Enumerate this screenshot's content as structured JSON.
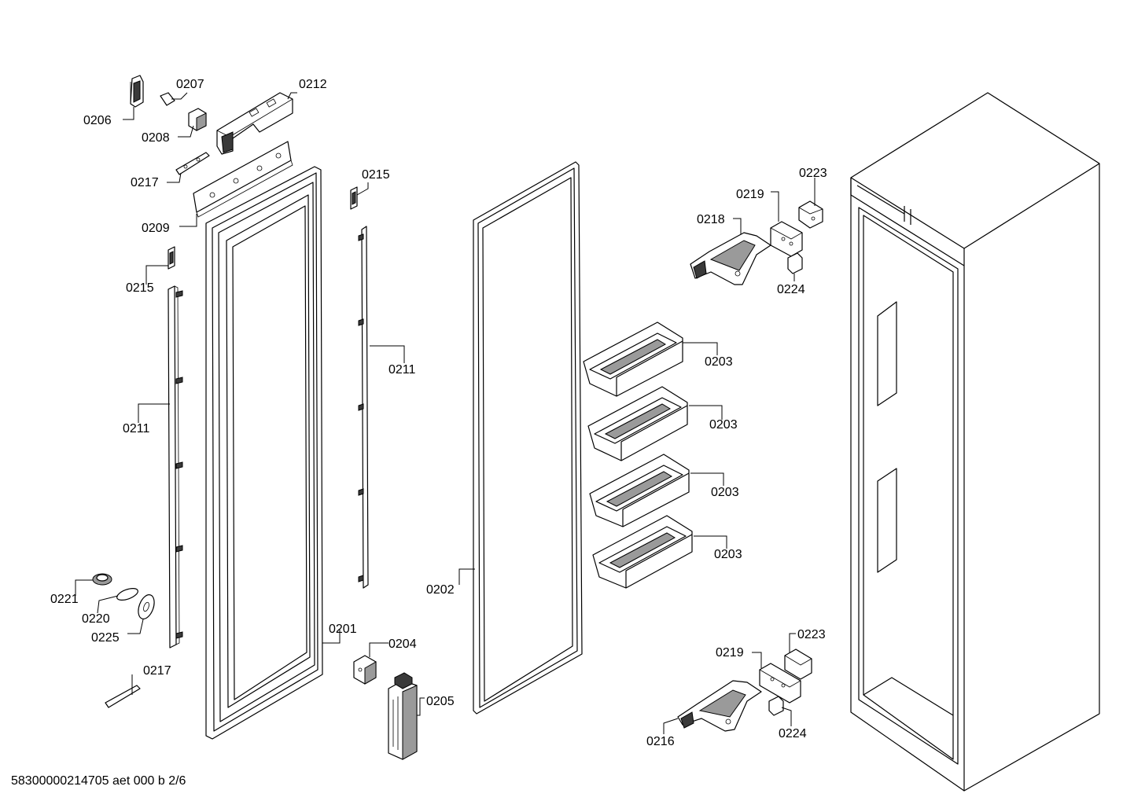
{
  "footer_code": "58300000214705 aet 000 b 2/6",
  "parts": [
    {
      "id": "p0206",
      "label": "0206"
    },
    {
      "id": "p0207",
      "label": "0207"
    },
    {
      "id": "p0212",
      "label": "0212"
    },
    {
      "id": "p0208",
      "label": "0208"
    },
    {
      "id": "p0217a",
      "label": "0217"
    },
    {
      "id": "p0209",
      "label": "0209"
    },
    {
      "id": "p0215a",
      "label": "0215"
    },
    {
      "id": "p0215b",
      "label": "0215"
    },
    {
      "id": "p0211a",
      "label": "0211"
    },
    {
      "id": "p0211b",
      "label": "0211"
    },
    {
      "id": "p0221",
      "label": "0221"
    },
    {
      "id": "p0220",
      "label": "0220"
    },
    {
      "id": "p0225",
      "label": "0225"
    },
    {
      "id": "p0217b",
      "label": "0217"
    },
    {
      "id": "p0201",
      "label": "0201"
    },
    {
      "id": "p0204",
      "label": "0204"
    },
    {
      "id": "p0205",
      "label": "0205"
    },
    {
      "id": "p0202",
      "label": "0202"
    },
    {
      "id": "p0203a",
      "label": "0203"
    },
    {
      "id": "p0203b",
      "label": "0203"
    },
    {
      "id": "p0203c",
      "label": "0203"
    },
    {
      "id": "p0203d",
      "label": "0203"
    },
    {
      "id": "p0223a",
      "label": "0223"
    },
    {
      "id": "p0219a",
      "label": "0219"
    },
    {
      "id": "p0218",
      "label": "0218"
    },
    {
      "id": "p0224a",
      "label": "0224"
    },
    {
      "id": "p0223b",
      "label": "0223"
    },
    {
      "id": "p0219b",
      "label": "0219"
    },
    {
      "id": "p0216",
      "label": "0216"
    },
    {
      "id": "p0224b",
      "label": "0224"
    }
  ]
}
